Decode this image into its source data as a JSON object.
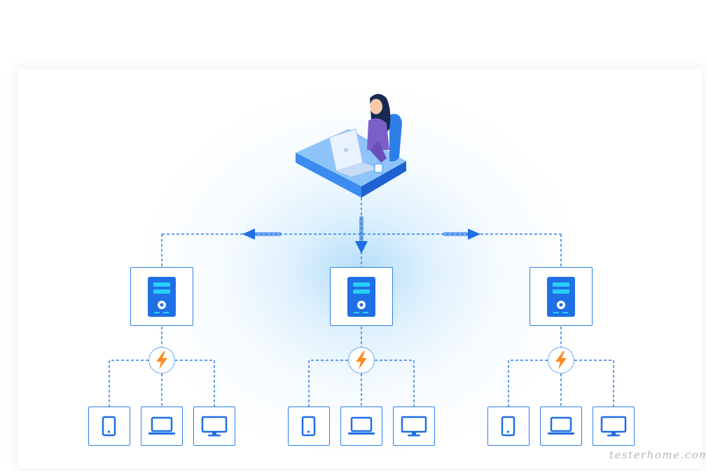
{
  "diagram": {
    "type": "network-topology",
    "top_node": "person-at-laptop-workstation",
    "server_count": 3,
    "devices_per_server": [
      "tablet",
      "laptop",
      "desktop-monitor"
    ],
    "connector": "lightning-bolt"
  },
  "colors": {
    "primary": "#1f6fe5",
    "line": "#2d7fe8",
    "bolt": "#ff8a1f",
    "glow": "#8fcdf5"
  },
  "watermark": {
    "text": "testerhome.com"
  }
}
